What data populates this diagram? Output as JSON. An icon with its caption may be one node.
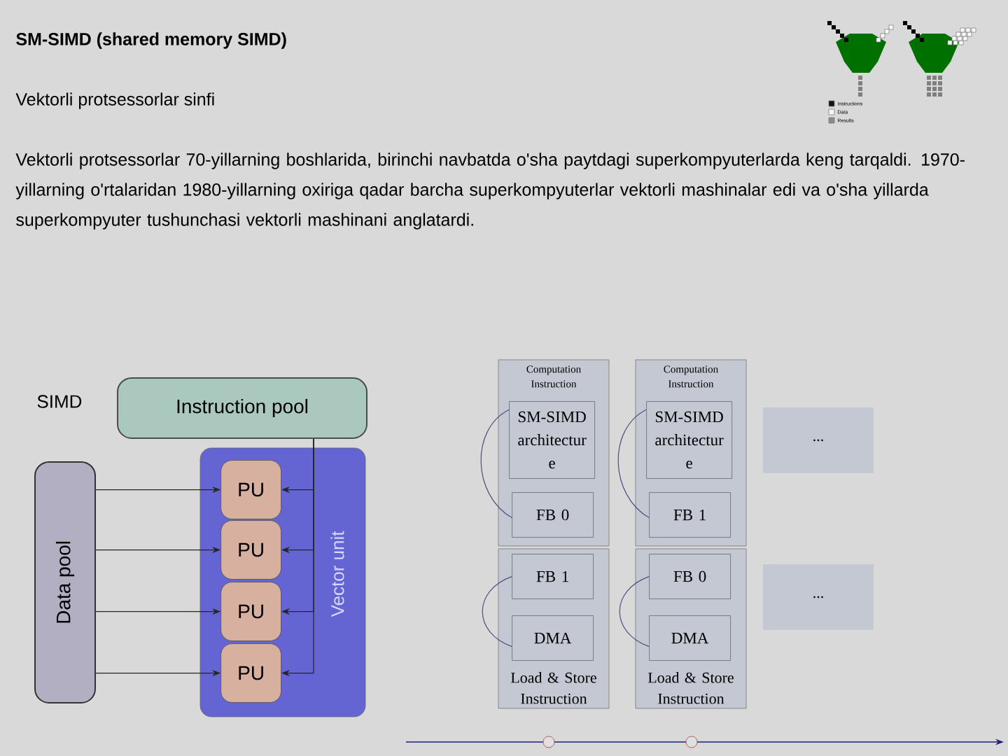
{
  "diagram": {
    "title": "SM-SIMD (shared memory SIMD)",
    "nodes": [
      {
        "text": [
          "Instruction pool"
        ]
      },
      {
        "text": [
          "Data pool"
        ]
      },
      {
        "text": [
          "Vector unit"
        ]
      },
      {
        "text": [
          "PU"
        ],
        "in": 2
      },
      {
        "text": [
          "PU"
        ],
        "in": 2
      },
      {
        "text": [
          "PU"
        ],
        "in": 2
      },
      {
        "text": [
          "PU"
        ],
        "in": 2
      },
      {
        "text": [
          "Computation Instruction"
        ]
      },
      {
        "text": [
          "SM-SIMD architectur e"
        ],
        "in": 7
      },
      {
        "text": [
          "FB 0"
        ],
        "in": 7
      },
      {
        "text": [
          "Load & Store Instruction"
        ]
      },
      {
        "text": [
          "FB 1"
        ],
        "in": 10
      },
      {
        "text": [
          "DMA"
        ],
        "in": 10
      },
      {
        "text": [
          "Computation Instruction"
        ]
      },
      {
        "text": [
          "SM-SIMD architectur e"
        ],
        "in": 13
      },
      {
        "text": [
          "FB 1"
        ],
        "in": 13
      },
      {
        "text": [
          "Load & Store Instruction"
        ]
      },
      {
        "text": [
          "FB 0"
        ],
        "in": 16
      },
      {
        "text": [
          "DMA"
        ],
        "in": 16
      },
      {
        "text": [
          "..."
        ]
      },
      {
        "text": [
          "..."
        ]
      }
    ],
    "edges": [
      {
        "from": 1,
        "to": 3,
        "arrow": "to"
      },
      {
        "from": 1,
        "to": 4,
        "arrow": "to"
      },
      {
        "from": 1,
        "to": 5,
        "arrow": "to"
      },
      {
        "from": 1,
        "to": 6,
        "arrow": "to"
      },
      {
        "from": 0,
        "to": 3,
        "arrow": "to"
      },
      {
        "from": 0,
        "to": 4,
        "arrow": "to"
      },
      {
        "from": 0,
        "to": 5,
        "arrow": "to"
      },
      {
        "from": 0,
        "to": 6,
        "arrow": "to"
      },
      {
        "from": 8,
        "to": 9,
        "arrow": "none",
        "color": "#505082"
      },
      {
        "from": 11,
        "to": 12,
        "arrow": "none",
        "color": "#505082"
      },
      {
        "from": 14,
        "to": 15,
        "arrow": "none",
        "color": "#505082"
      },
      {
        "from": 17,
        "to": 18,
        "arrow": "none",
        "color": "#505082"
      }
    ],
    "labels": [
      "Vektorli protsessorlar sinfi",
      "Vektorli protsessorlar 70-yillarning boshlarida, birinchi navbatda o'sha paytdagi superkompyuterlarda keng tarqaldi. 1970-yillarning o'rtalaridan 1980-yillarning oxiriga qadar barcha superkompyuterlar vektorli mashinalar edi va o'sha yillarda superkompyuter tushunchasi vektorli mashinani anglatardi.",
      "SIMD"
    ],
    "legend": [
      {
        "text": "Instructions",
        "color": "#111111"
      },
      {
        "text": "Data",
        "color": "#f4f4f4"
      },
      {
        "text": "Results",
        "color": "#8a8a8a"
      }
    ]
  }
}
